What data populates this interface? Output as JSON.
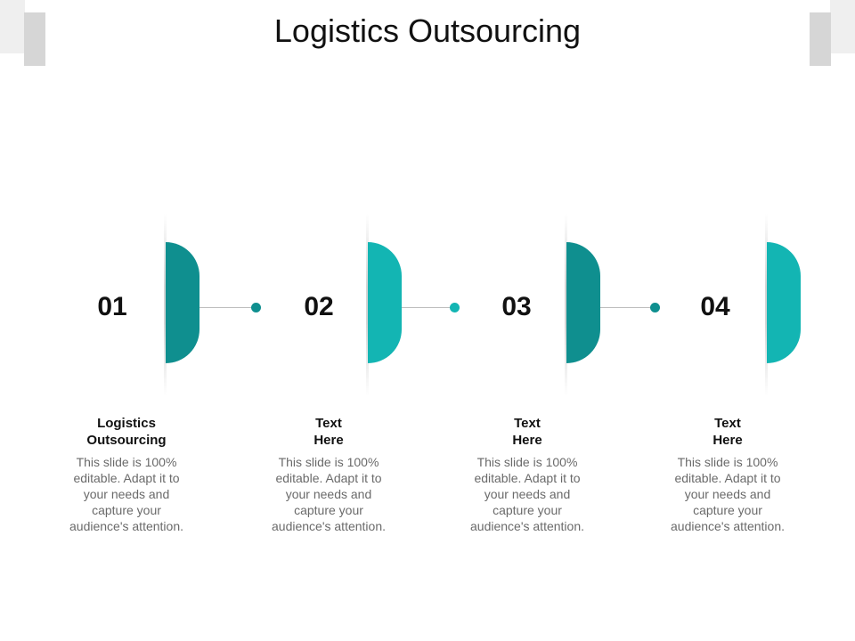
{
  "title": "Logistics Outsourcing",
  "colors": {
    "teal_dark": "#0f8f8f",
    "teal_light": "#13b5b3",
    "connector": "#bdbdbd"
  },
  "steps": [
    {
      "number": "01",
      "label_line1": "Logistics",
      "label_line2": "Outsourcing",
      "desc": [
        "This slide is 100%",
        "editable. Adapt it to",
        "your needs and",
        "capture your",
        "audience's attention."
      ]
    },
    {
      "number": "02",
      "label_line1": "Text",
      "label_line2": "Here",
      "desc": [
        "This slide is 100%",
        "editable. Adapt it to",
        "your needs and",
        "capture your",
        "audience's attention."
      ]
    },
    {
      "number": "03",
      "label_line1": "Text",
      "label_line2": "Here",
      "desc": [
        "This slide is 100%",
        "editable. Adapt it to",
        "your needs and",
        "capture your",
        "audience's attention."
      ]
    },
    {
      "number": "04",
      "label_line1": "Text",
      "label_line2": "Here",
      "desc": [
        "This slide is 100%",
        "editable. Adapt it to",
        "your needs and",
        "capture your",
        "audience's attention."
      ]
    }
  ]
}
